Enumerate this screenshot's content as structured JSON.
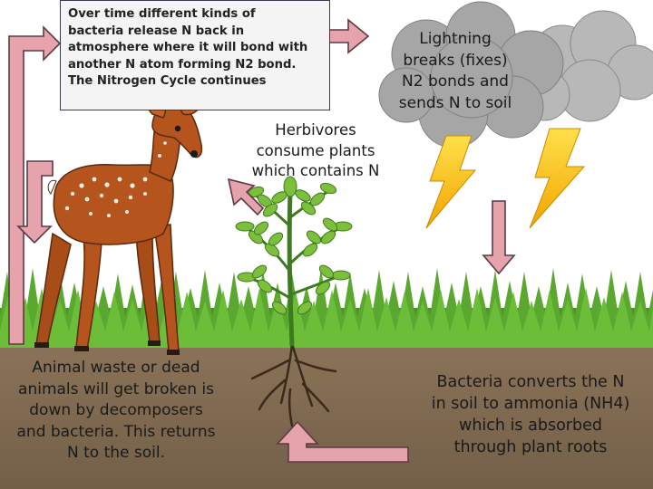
{
  "top_box": {
    "lines": [
      "Over time different kinds of",
      "bacteria release N back in",
      "atmosphere where it will bond with",
      "another N atom forming N2 bond.",
      "The Nitrogen Cycle continues"
    ]
  },
  "herbivores_text": [
    "Herbivores",
    "consume plants",
    "which contains N"
  ],
  "lightning_text": [
    "Lightning",
    "breaks (fixes)",
    "N2 bonds and",
    "sends N to soil"
  ],
  "soil_left_text": [
    "Animal waste or dead",
    "animals will get broken is",
    "down by decomposers",
    "and bacteria. This returns",
    "N to the soil."
  ],
  "soil_right_text": [
    "Bacteria converts the N",
    "in soil to ammonia (NH4)",
    "which is absorbed",
    "through plant roots"
  ],
  "colors": {
    "arrow_fill": "#e7a3ab",
    "arrow_stroke": "#5c3a44",
    "soil": "#7e6a52",
    "grass": "#4f9a2a",
    "cloud": "#a9a9a9",
    "lightning": "#f6bf10",
    "deer": "#b5541c"
  }
}
